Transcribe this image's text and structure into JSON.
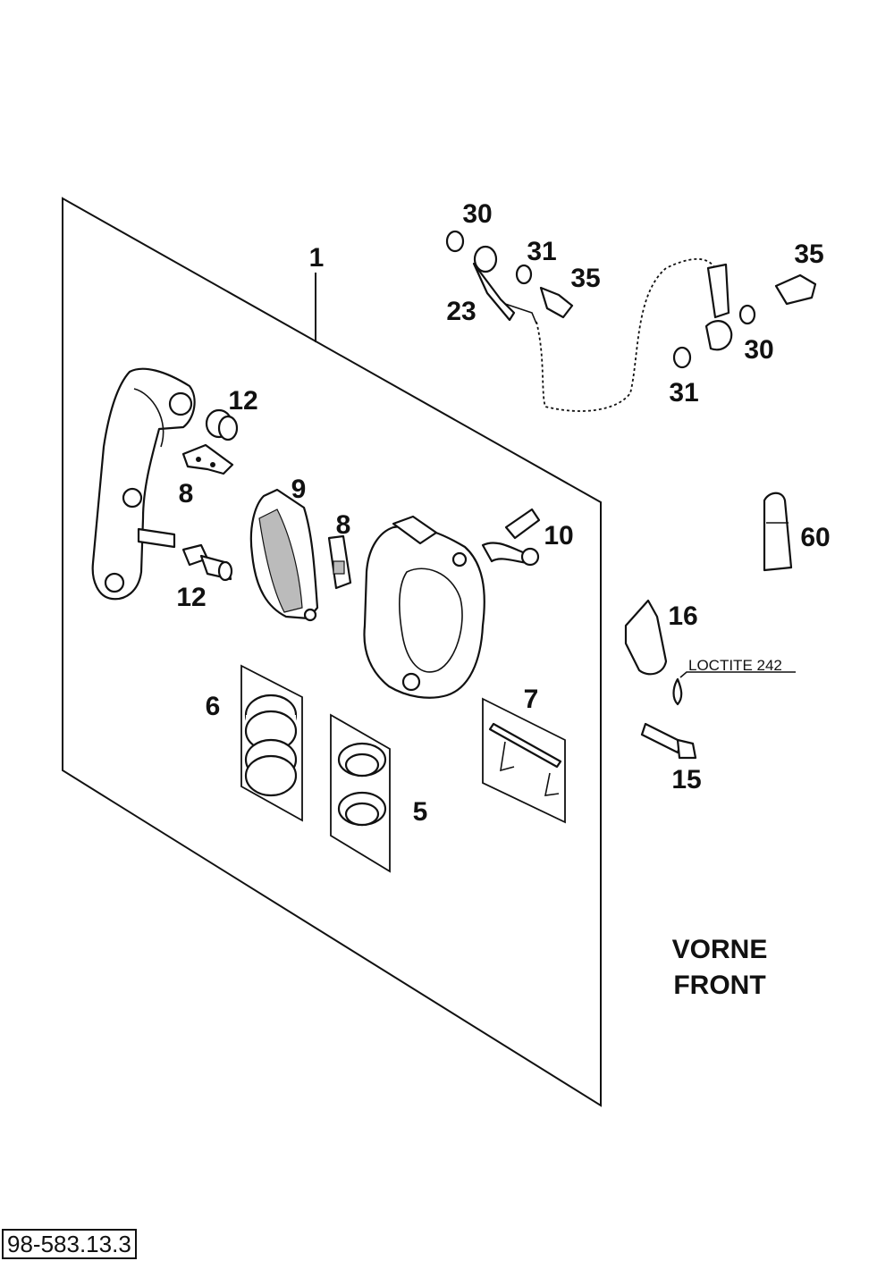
{
  "labels": {
    "p1": "1",
    "p5": "5",
    "p6": "6",
    "p7": "7",
    "p8a": "8",
    "p8b": "8",
    "p9": "9",
    "p10": "10",
    "p12a": "12",
    "p12b": "12",
    "p15": "15",
    "p16": "16",
    "p23": "23",
    "p30a": "30",
    "p30b": "30",
    "p31a": "31",
    "p31b": "31",
    "p35a": "35",
    "p35b": "35",
    "p60": "60"
  },
  "loctite": "LOCTITE 242",
  "direction": {
    "line1": "VORNE",
    "line2": "FRONT"
  },
  "reference": "98-583.13.3"
}
